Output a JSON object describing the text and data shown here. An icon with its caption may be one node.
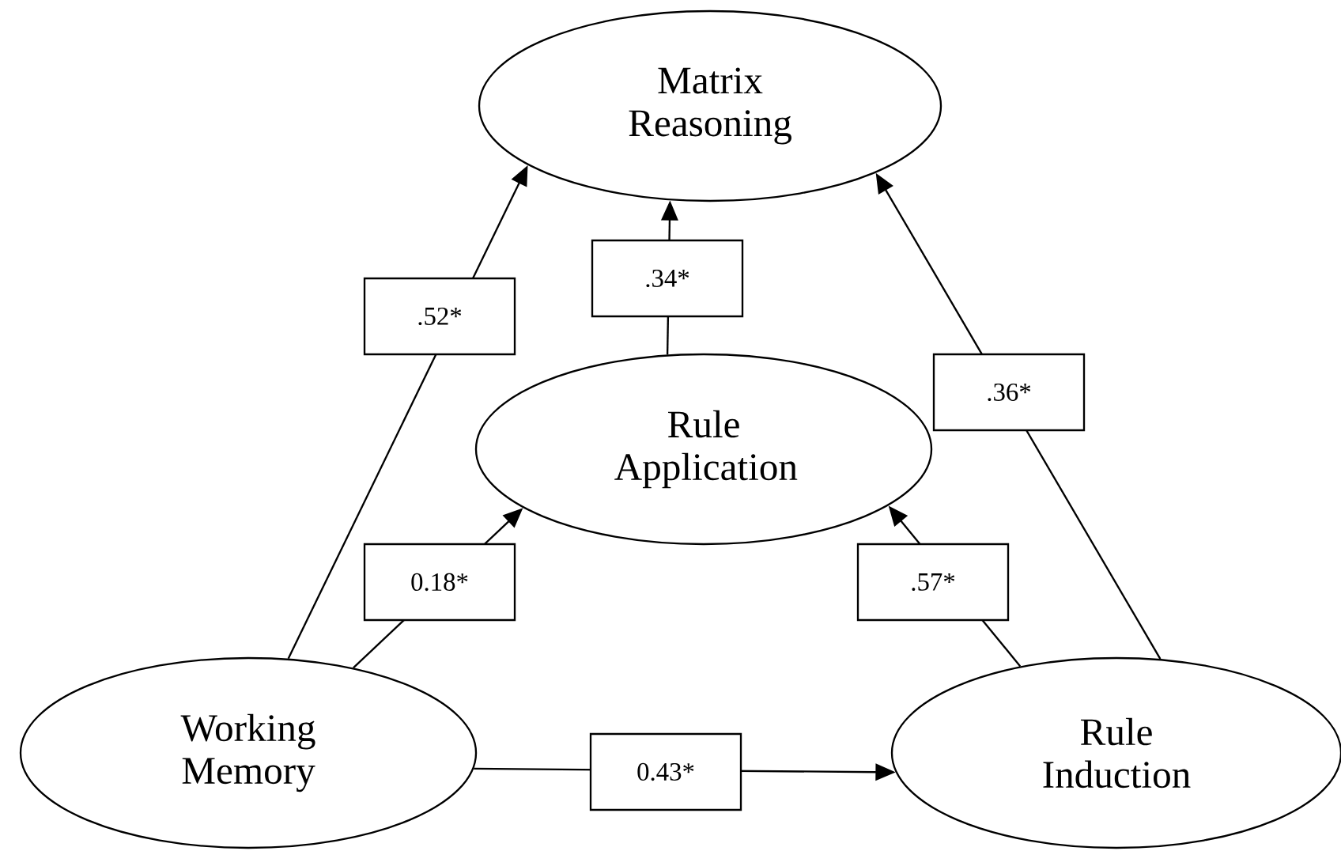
{
  "diagram": {
    "nodes": [
      {
        "text": [
          "Matrix Reasoning"
        ]
      },
      {
        "text": [
          "Rule Application"
        ]
      },
      {
        "text": [
          "Working Memory"
        ]
      },
      {
        "text": [
          "Rule Induction"
        ]
      }
    ],
    "edges": [
      {
        "from": 2,
        "to": 0,
        "arrow": "to",
        "label": ".52*"
      },
      {
        "from": 1,
        "to": 0,
        "arrow": "to",
        "label": ".34*"
      },
      {
        "from": 3,
        "to": 0,
        "arrow": "to",
        "label": ".36*"
      },
      {
        "from": 2,
        "to": 1,
        "arrow": "to",
        "label": "0.18*"
      },
      {
        "from": 3,
        "to": 1,
        "arrow": "to",
        "label": ".57*"
      },
      {
        "from": 2,
        "to": 3,
        "arrow": "to",
        "label": "0.43*"
      }
    ]
  }
}
